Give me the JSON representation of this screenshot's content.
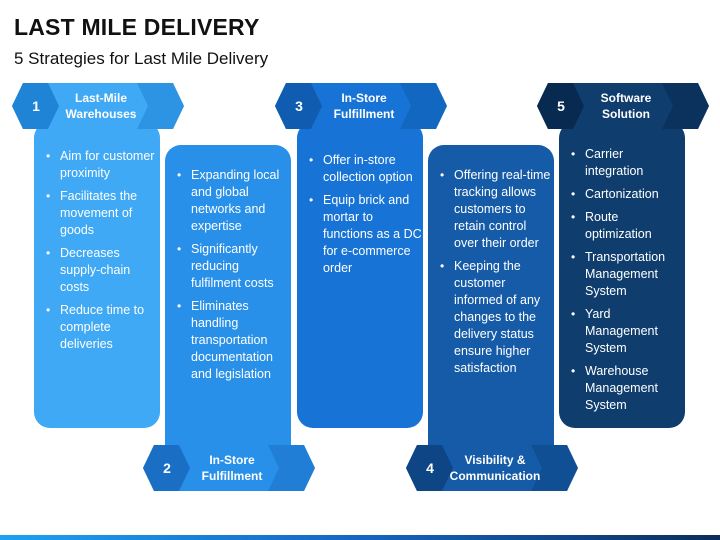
{
  "title": "LAST MILE DELIVERY",
  "subtitle": "5 Strategies for Last Mile Delivery",
  "colors": {
    "c1": "#3fa9f5",
    "c2": "#2990ea",
    "c3": "#1774d6",
    "c4": "#155ba8",
    "c5": "#0e3d6e",
    "accent_dark": "#0b4f97"
  },
  "strategies": [
    {
      "number": "1",
      "title": "Last-Mile Warehouses",
      "bullets": [
        "Aim for customer proximity",
        "Facilitates the movement of goods",
        "Decreases supply-chain costs",
        "Reduce time to complete deliveries"
      ]
    },
    {
      "number": "2",
      "title": "In-Store Fulfillment",
      "bullets": [
        "Expanding local and global networks and expertise",
        "Significantly reducing fulfilment costs",
        "Eliminates handling transportation documentation and legislation"
      ]
    },
    {
      "number": "3",
      "title": "In-Store Fulfillment",
      "bullets": [
        "Offer in-store collection option",
        "Equip brick and mortar to functions as a DC for e-commerce order"
      ]
    },
    {
      "number": "4",
      "title": "Visibility & Communication",
      "bullets": [
        "Offering real-time tracking allows customers to retain control over their order",
        "Keeping the customer informed of any changes to the delivery status ensure higher satisfaction"
      ]
    },
    {
      "number": "5",
      "title": "Software Solution",
      "bullets": [
        "Carrier integration",
        "Cartonization",
        "Route optimization",
        "Transportation Management System",
        "Yard Management System",
        "Warehouse Management System"
      ]
    }
  ]
}
